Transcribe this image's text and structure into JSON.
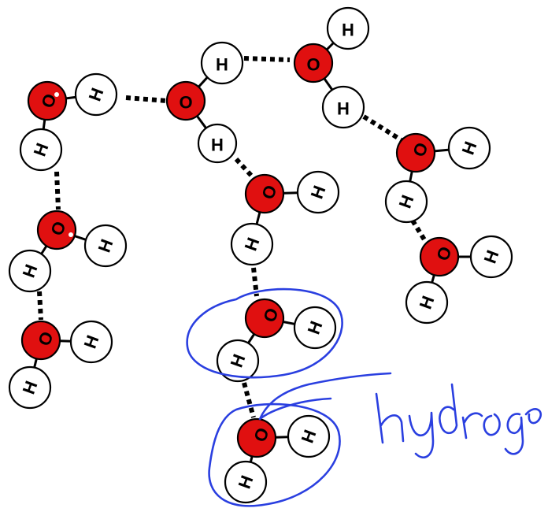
{
  "labels": {
    "oxygen": "O",
    "hydrogen_atom": "H",
    "annotation": "hydrogen"
  },
  "colors": {
    "oxygen_fill": "#e01010",
    "hydrogen_fill": "#ffffff",
    "outline": "#000000",
    "annotation_ink": "#2a3fe0"
  }
}
